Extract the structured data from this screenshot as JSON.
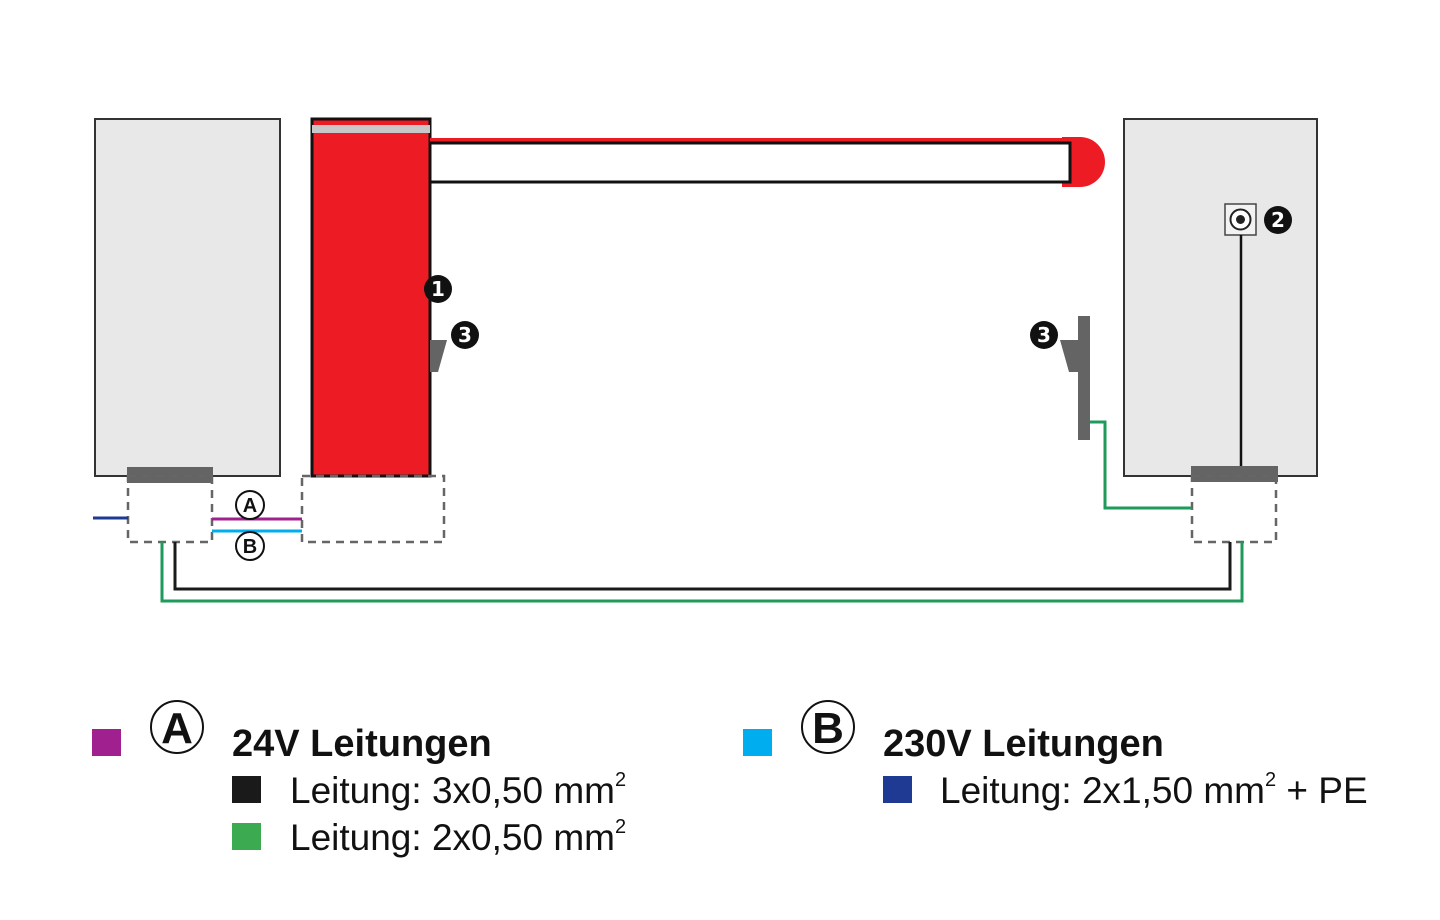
{
  "markers": {
    "m1": "1",
    "m2": "2",
    "m3": "3"
  },
  "circle_labels": {
    "a": "A",
    "b": "B"
  },
  "legend": {
    "group_a": {
      "letter": "A",
      "swatch_color": "#a0208f",
      "title": "24V Leitungen",
      "items": [
        {
          "swatch_color": "#1a1a1a",
          "text": "Leitung: 3x0,50 mm",
          "sup": "2",
          "suffix": ""
        },
        {
          "swatch_color": "#3caa50",
          "text": "Leitung: 2x0,50 mm",
          "sup": "2",
          "suffix": ""
        }
      ]
    },
    "group_b": {
      "letter": "B",
      "swatch_color": "#00aeef",
      "title": "230V Leitungen",
      "items": [
        {
          "swatch_color": "#1f3a93",
          "text": "Leitung: 2x1,50 mm",
          "sup": "2",
          "suffix": " + PE"
        }
      ]
    }
  },
  "colors": {
    "barrier_red": "#ed1c24",
    "panel_fill": "#e8e8e8",
    "wire_purple": "#a0208f",
    "wire_cyan": "#00aeef",
    "wire_black": "#1a1a1a",
    "wire_green": "#1e9a5a",
    "wire_blue": "#1f3a93",
    "dark_gray": "#646464"
  }
}
